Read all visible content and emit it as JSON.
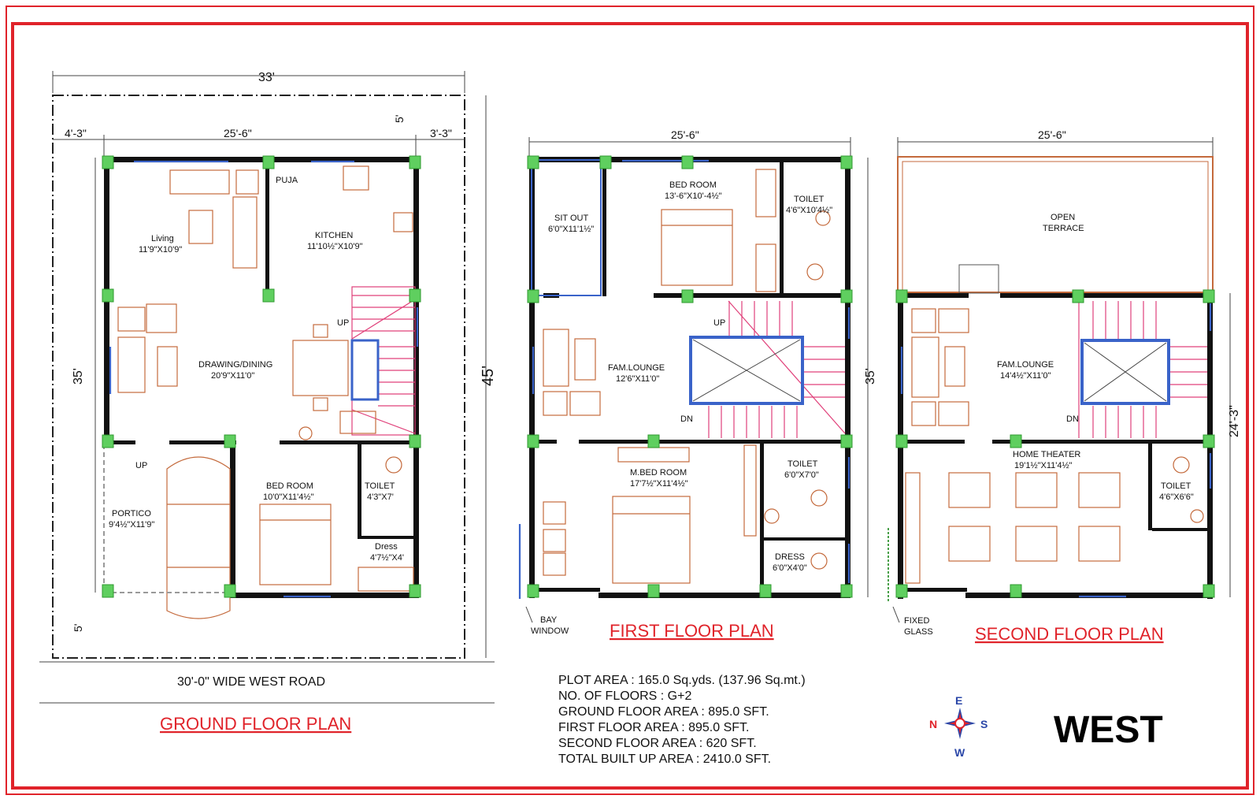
{
  "frame_color": "#e0232a",
  "ground_floor": {
    "title": "GROUND FLOOR PLAN",
    "overall_width": "33'",
    "overall_depth": "45'",
    "side_left": "4'-3\"",
    "inner_width": "25'-6\"",
    "side_right": "3'-3\"",
    "front_setback": "5'",
    "back_setback": "5'",
    "house_depth": "35'",
    "road": "30'-0\" WIDE WEST ROAD",
    "rooms": {
      "puja": "PUJA",
      "kitchen": "KITCHEN",
      "kitchen_size": "11'10½\"X10'9\"",
      "living": "Living",
      "living_size": "11'9\"X10'9\"",
      "drawing": "DRAWING/DINING",
      "drawing_size": "20'9\"X11'0\"",
      "up": "UP",
      "bed": "BED ROOM",
      "bed_size": "10'0\"X11'4½\"",
      "toilet": "TOILET",
      "toilet_size": "4'3\"X7'",
      "dress": "Dress",
      "dress_size": "4'7½\"X4'",
      "portico": "PORTICO",
      "portico_size": "9'4½\"X11'9\"",
      "portico_up": "UP"
    }
  },
  "first_floor": {
    "title": "FIRST FLOOR PLAN",
    "width": "25'-6\"",
    "depth": "35'",
    "rooms": {
      "sitout": "SIT OUT",
      "sitout_size": "6'0\"X11'1½\"",
      "bed": "BED ROOM",
      "bed_size": "13'-6\"X10'-4½\"",
      "toilet1": "TOILET",
      "toilet1_size": "4'6\"X10'4½\"",
      "lounge": "FAM.LOUNGE",
      "lounge_size": "12'6\"X11'0\"",
      "up": "UP",
      "dn": "DN",
      "mbed": "M.BED ROOM",
      "mbed_size": "17'7½\"X11'4½\"",
      "toilet2": "TOILET",
      "toilet2_size": "6'0\"X7'0\"",
      "dress": "DRESS",
      "dress_size": "6'0\"X4'0\"",
      "bay": "BAY",
      "window": "WINDOW"
    }
  },
  "second_floor": {
    "title": "SECOND FLOOR PLAN",
    "width": "25'-6\"",
    "depth": "24'-3\"",
    "rooms": {
      "terrace1": "OPEN",
      "terrace2": "TERRACE",
      "lounge": "FAM.LOUNGE",
      "lounge_size": "14'4½\"X11'0\"",
      "dn": "DN",
      "theater": "HOME THEATER",
      "theater_size": "19'1½\"X11'4½\"",
      "toilet": "TOILET",
      "toilet_size": "4'6\"X6'6\"",
      "fixed": "FIXED",
      "glass": "GLASS"
    }
  },
  "info": [
    "PLOT AREA : 165.0 Sq.yds. (137.96 Sq.mt.)",
    "NO. OF FLOORS : G+2",
    "GROUND FLOOR AREA : 895.0 SFT.",
    "FIRST FLOOR AREA : 895.0 SFT.",
    "SECOND FLOOR AREA : 620 SFT.",
    "TOTAL BUILT UP AREA : 2410.0 SFT."
  ],
  "compass": {
    "n": "N",
    "e": "E",
    "s": "S",
    "w": "W"
  },
  "facing": "WEST"
}
